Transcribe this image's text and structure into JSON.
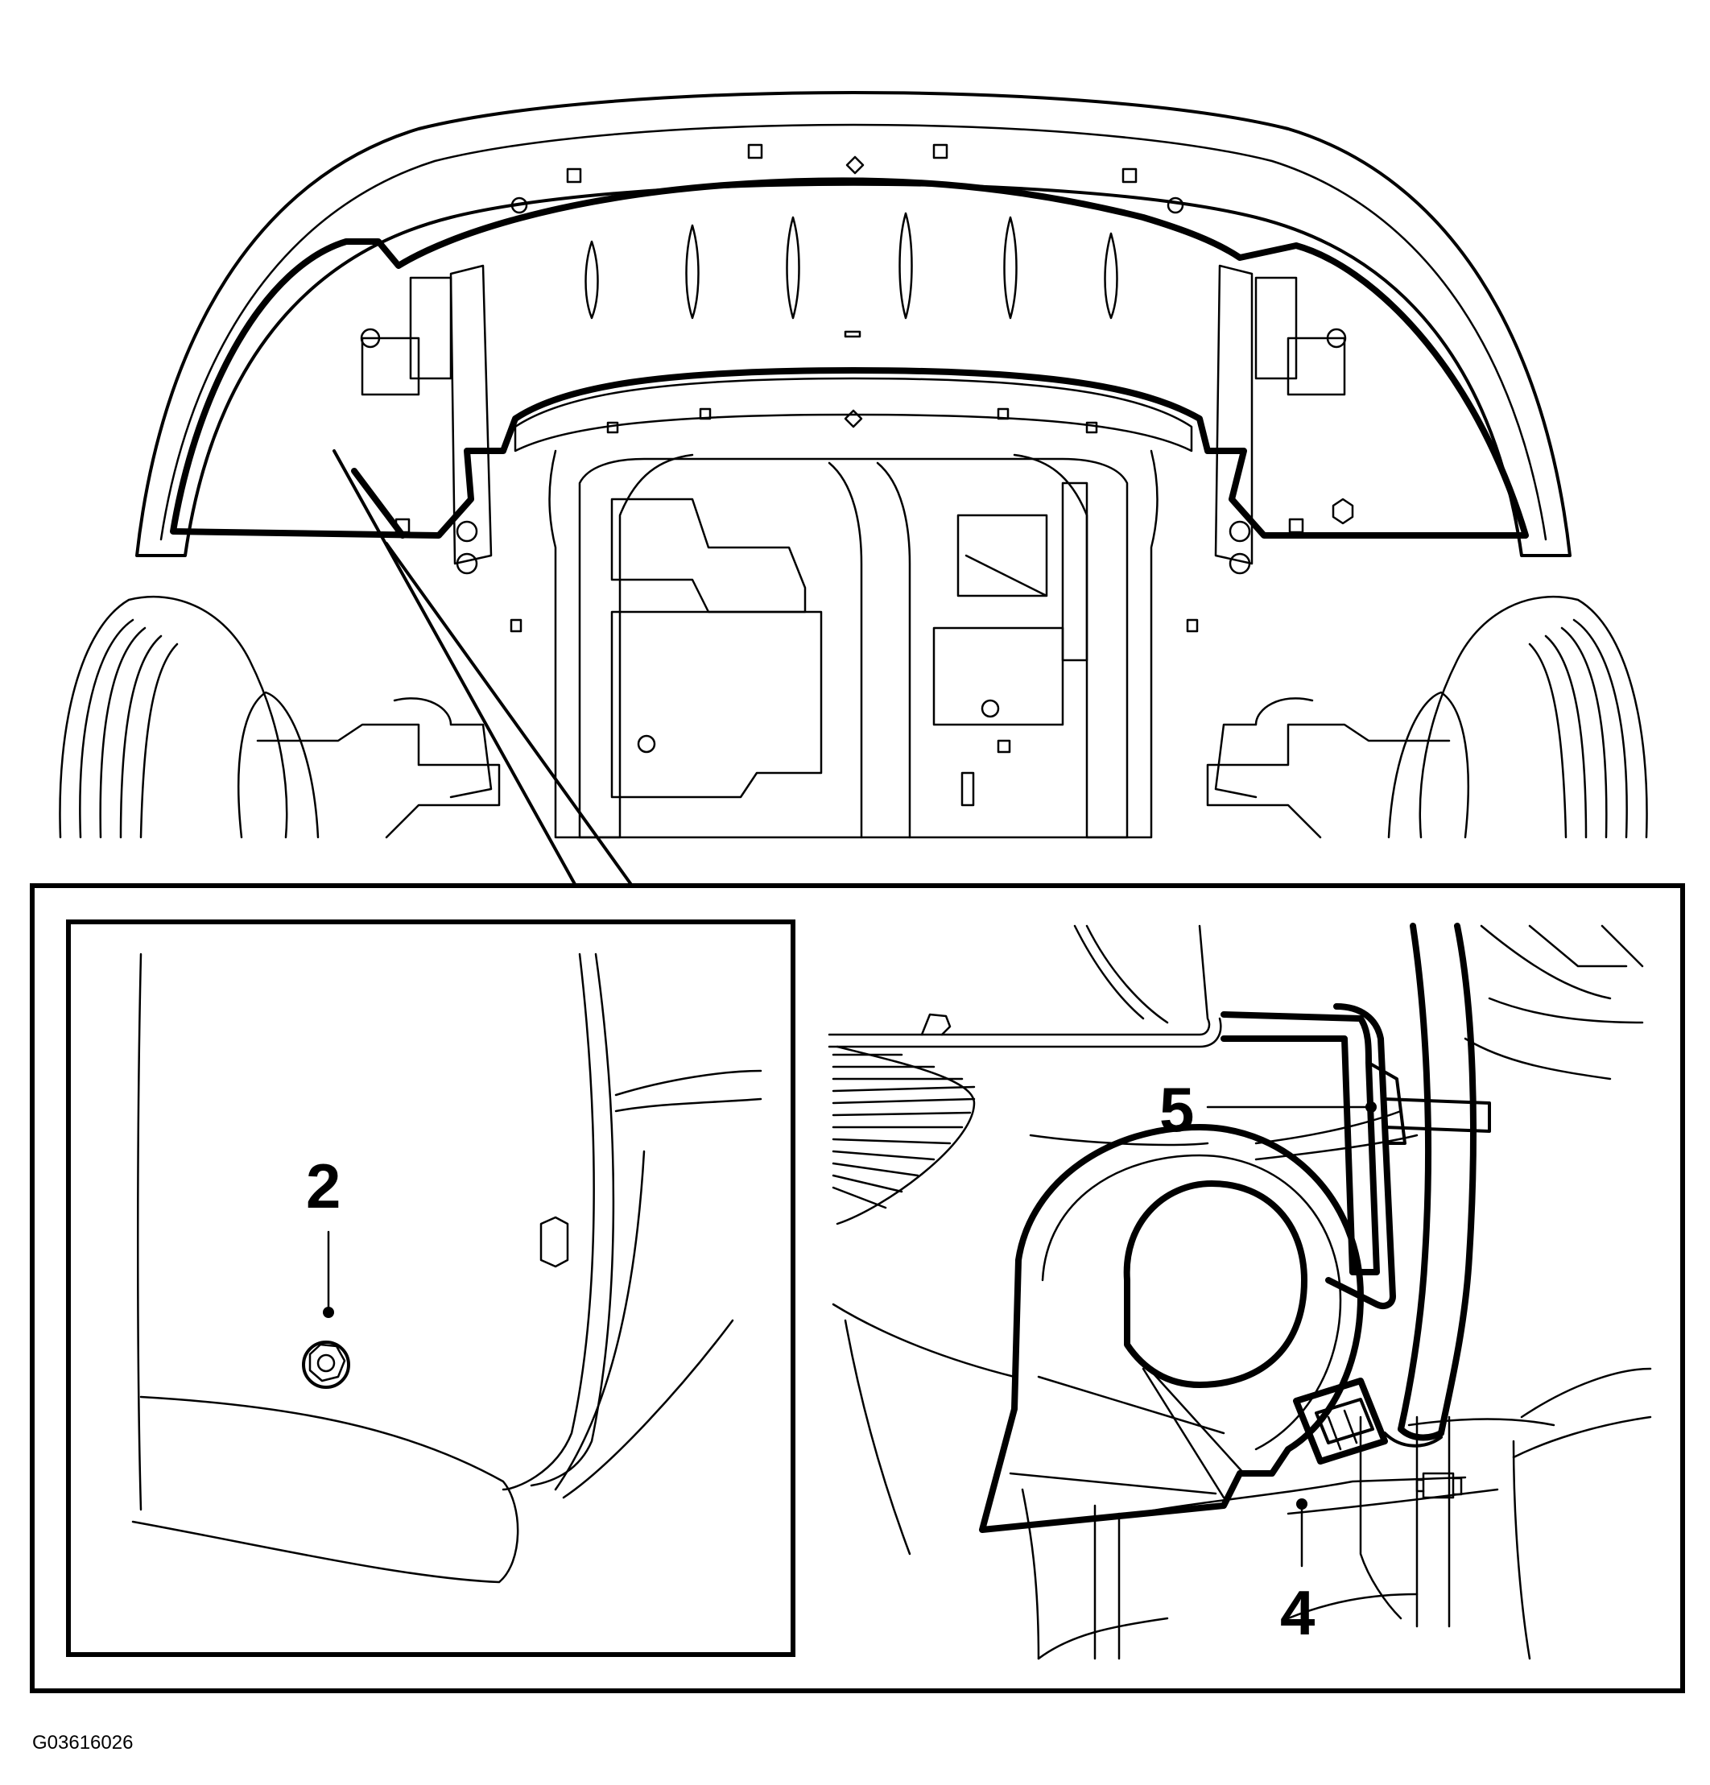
{
  "figure_id": "G03616026",
  "callouts": {
    "c2": "2",
    "c4": "4",
    "c5": "5"
  }
}
